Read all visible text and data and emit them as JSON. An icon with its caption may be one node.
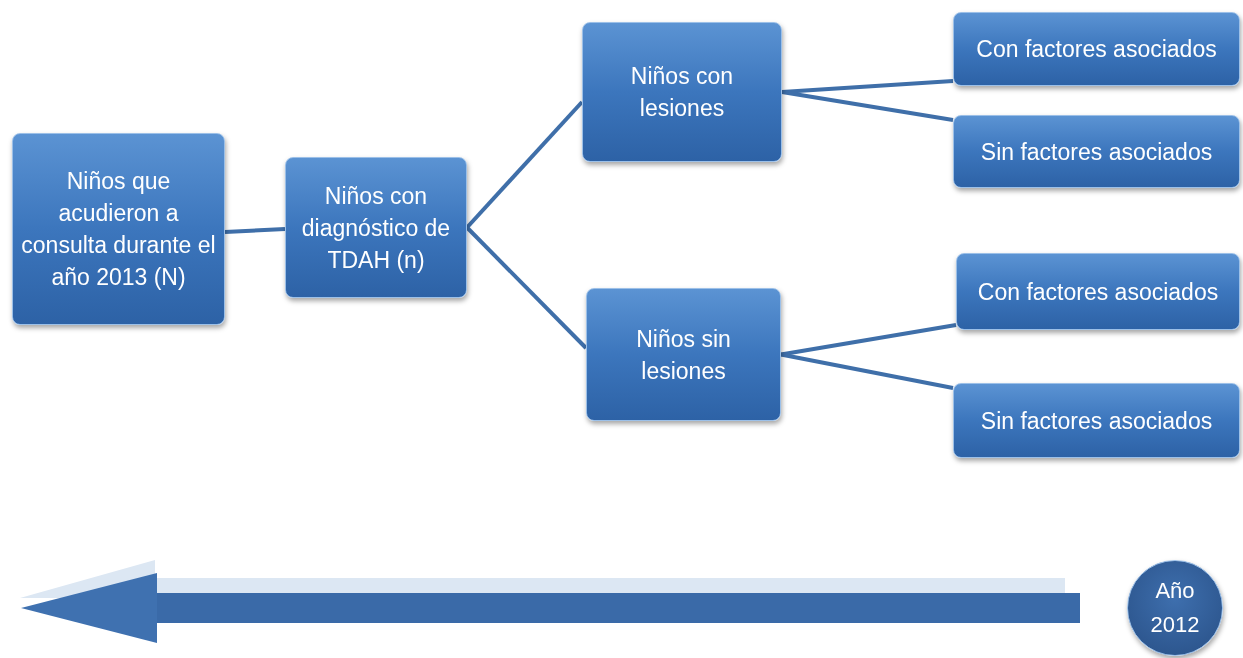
{
  "diagram": {
    "nodes": [
      {
        "text": [
          "Niños que acudieron a consulta durante el año 2013 (N)"
        ]
      },
      {
        "text": [
          "Niños con diagnóstico de TDAH (n)"
        ]
      },
      {
        "text": [
          "Niños con lesiones"
        ]
      },
      {
        "text": [
          "Con factores asociados"
        ]
      },
      {
        "text": [
          "Sin factores asociados"
        ]
      },
      {
        "text": [
          "Niños sin lesiones"
        ]
      },
      {
        "text": [
          "Con factores asociados"
        ]
      },
      {
        "text": [
          "Sin factores asociados"
        ]
      },
      {
        "text": [
          "Año 2012"
        ]
      }
    ],
    "edges": [
      {
        "from": 0,
        "to": 1,
        "arrow": "none"
      },
      {
        "from": 1,
        "to": 2,
        "arrow": "none"
      },
      {
        "from": 1,
        "to": 5,
        "arrow": "none"
      },
      {
        "from": 2,
        "to": 3,
        "arrow": "none"
      },
      {
        "from": 2,
        "to": 4,
        "arrow": "none"
      },
      {
        "from": 5,
        "to": 6,
        "arrow": "none"
      },
      {
        "from": 5,
        "to": 7,
        "arrow": "none"
      },
      {
        "from": 8,
        "to": null,
        "arrow": "to",
        "style": "thick"
      }
    ]
  }
}
